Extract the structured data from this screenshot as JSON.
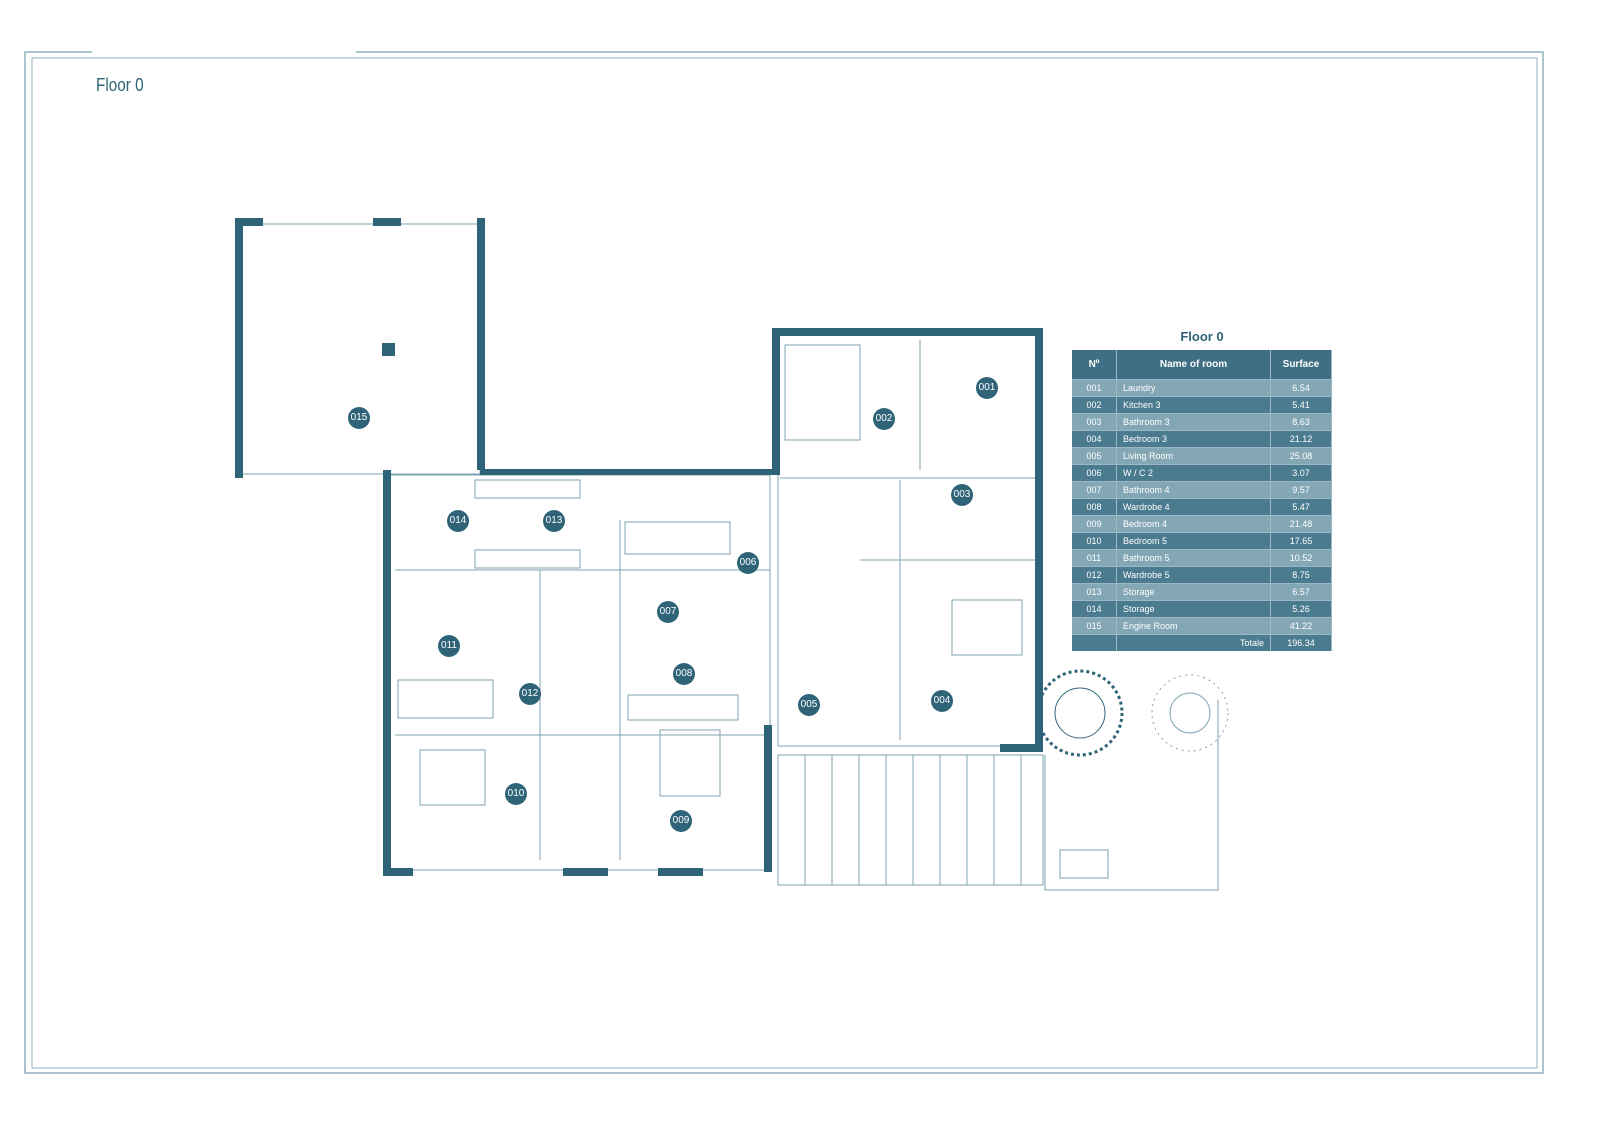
{
  "title": "Floor 0",
  "table": {
    "title": "Floor 0",
    "headers": [
      "Nº",
      "Name of room",
      "Surface"
    ],
    "rows": [
      {
        "no": "001",
        "name": "Laundry",
        "surface": "6.54"
      },
      {
        "no": "002",
        "name": "Kitchen 3",
        "surface": "5.41"
      },
      {
        "no": "003",
        "name": "Bathroom 3",
        "surface": "8.63"
      },
      {
        "no": "004",
        "name": "Bedroom 3",
        "surface": "21.12"
      },
      {
        "no": "005",
        "name": "Living Room",
        "surface": "25.08"
      },
      {
        "no": "006",
        "name": "W / C 2",
        "surface": "3.07"
      },
      {
        "no": "007",
        "name": "Bathroom 4",
        "surface": "9.57"
      },
      {
        "no": "008",
        "name": "Wardrobe 4",
        "surface": "5.47"
      },
      {
        "no": "009",
        "name": "Bedroom 4",
        "surface": "21.48"
      },
      {
        "no": "010",
        "name": "Bedroom 5",
        "surface": "17.65"
      },
      {
        "no": "011",
        "name": "Bathroom 5",
        "surface": "10.52"
      },
      {
        "no": "012",
        "name": "Wardrobe 5",
        "surface": "8.75"
      },
      {
        "no": "013",
        "name": "Storage",
        "surface": "6.57"
      },
      {
        "no": "014",
        "name": "Storage",
        "surface": "5.26"
      },
      {
        "no": "015",
        "name": "Engine Room",
        "surface": "41.22"
      }
    ],
    "total_label": "Totale",
    "total": "196.34"
  },
  "colors": {
    "wall": "#2f6478",
    "line": "#7fa3b2"
  }
}
